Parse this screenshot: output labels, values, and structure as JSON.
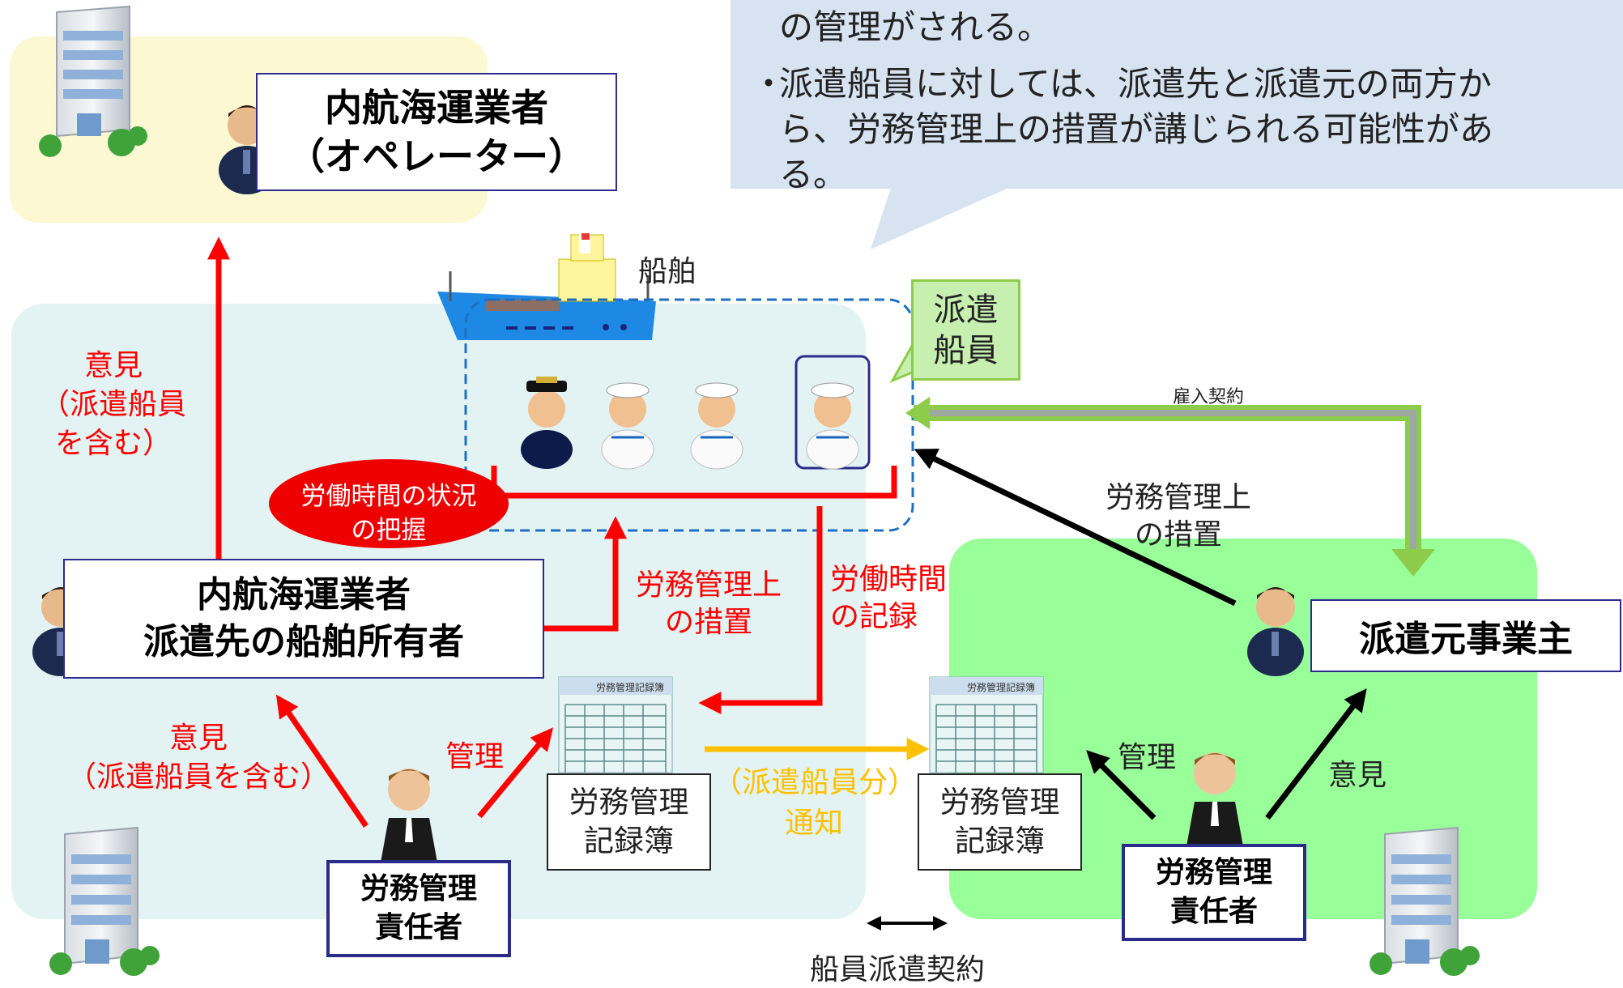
{
  "callout": {
    "line1": "の管理がされる。",
    "bullet": "・",
    "line2": "派遣船員に対しては、派遣先と派遣元の両方か",
    "line3": "ら、労務管理上の措置が講じられる可能性があ",
    "line4": "る。"
  },
  "operator": {
    "line1": "内航海運業者",
    "line2": "（オペレーター）"
  },
  "ship_label": "船舶",
  "dispatched_callout": {
    "line1": "派遣",
    "line2": "船員"
  },
  "employment_contract": "雇入契約",
  "left_opinion": {
    "line1": "意見",
    "line2": "（派遣船員",
    "line3": "を含む）"
  },
  "work_status": {
    "line1": "労働時間の状況",
    "line2": "の把握"
  },
  "labor_measure_right": {
    "line1": "労務管理上",
    "line2": "の措置"
  },
  "shipowner": {
    "line1": "内航海運業者",
    "line2": "派遣先の船舶所有者"
  },
  "labor_measure_center": {
    "line1": "労務管理上",
    "line2": "の措置"
  },
  "work_record": {
    "line1": "労働時間",
    "line2": "の記録"
  },
  "dispatcher": "派遣元事業主",
  "ledger_title": "労務管理記録簿",
  "ledger_left": {
    "line1": "労務管理",
    "line2": "記録簿"
  },
  "ledger_right": {
    "line1": "労務管理",
    "line2": "記録簿"
  },
  "notice": {
    "line1": "（派遣船員分）",
    "line2": "通知"
  },
  "manage_left": "管理",
  "manage_right": "管理",
  "bottom_opinion": {
    "line1": "意見",
    "line2": "（派遣船員を含む）"
  },
  "right_opinion": "意見",
  "manager_left": {
    "line1": "労務管理",
    "line2": "責任者"
  },
  "manager_right": {
    "line1": "労務管理",
    "line2": "責任者"
  },
  "dispatch_contract": "船員派遣契約",
  "colors": {
    "red": "#ff0000",
    "green_arrow": "#8ccc4a",
    "yellow": "#ffc000",
    "callout_bg": "#d8e3f2",
    "operator_bg": "#fbf8d2",
    "shipowner_bg": "#e3f3f3",
    "dispatcher_bg": "#99ff99",
    "navy": "#2b2b8c"
  }
}
